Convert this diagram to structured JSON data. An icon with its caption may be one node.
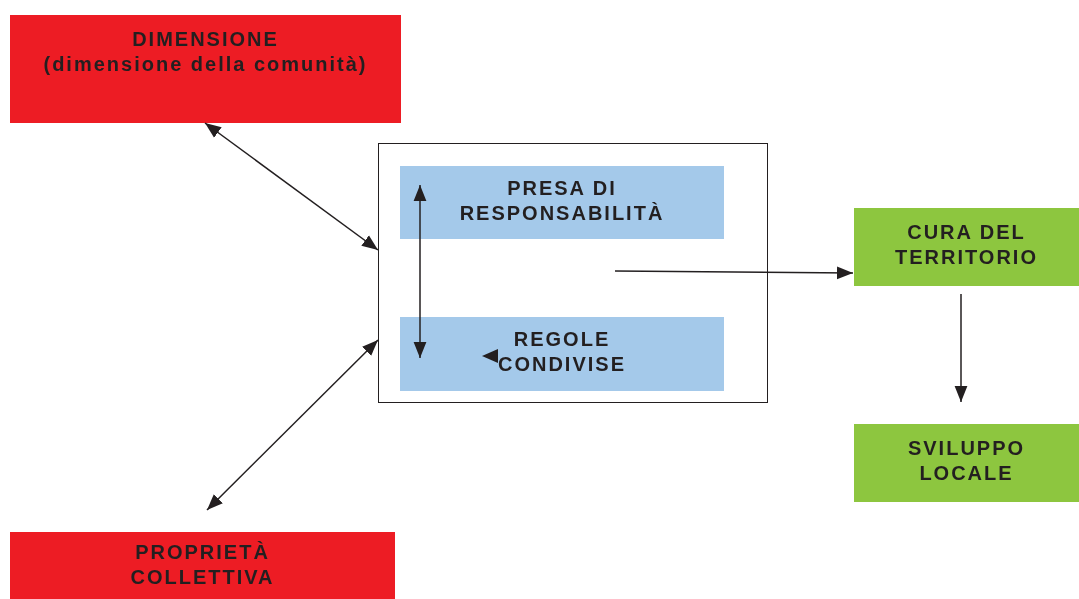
{
  "diagram": {
    "nodes": [
      {
        "text": [
          "DIMENSIONE",
          "(dimensione della comunità)"
        ]
      },
      {
        "text": [],
        "shape": "box"
      },
      {
        "text": [
          "PRESA DI RESPONSABILITÀ"
        ],
        "in": 1
      },
      {
        "text": [
          "REGOLE CONDIVISE"
        ],
        "in": 1
      },
      {
        "text": [
          "CURA DEL TERRITORIO"
        ]
      },
      {
        "text": [
          "SVILUPPO LOCALE"
        ]
      },
      {
        "text": [
          "PROPRIETÀ COLLETTIVA"
        ]
      }
    ],
    "edges": [
      {
        "from": 0,
        "to": 1,
        "arrow": "both"
      },
      {
        "from": 6,
        "to": 1,
        "arrow": "both"
      },
      {
        "from": 2,
        "to": 3,
        "arrow": "both"
      },
      {
        "from": null,
        "to": 4,
        "arrow": "to"
      },
      {
        "from": 4,
        "to": 5,
        "arrow": "to"
      }
    ]
  }
}
